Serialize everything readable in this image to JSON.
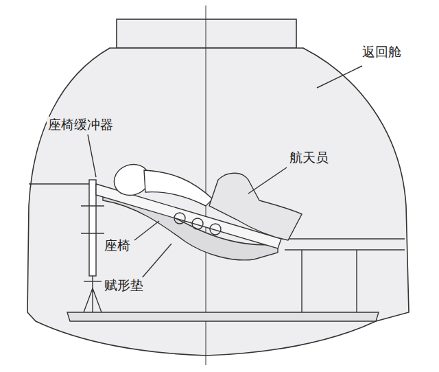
{
  "diagram": {
    "labels": [
      "返回舱",
      "座椅缓冲器",
      "航天员",
      "座椅",
      "赋形垫"
    ]
  }
}
